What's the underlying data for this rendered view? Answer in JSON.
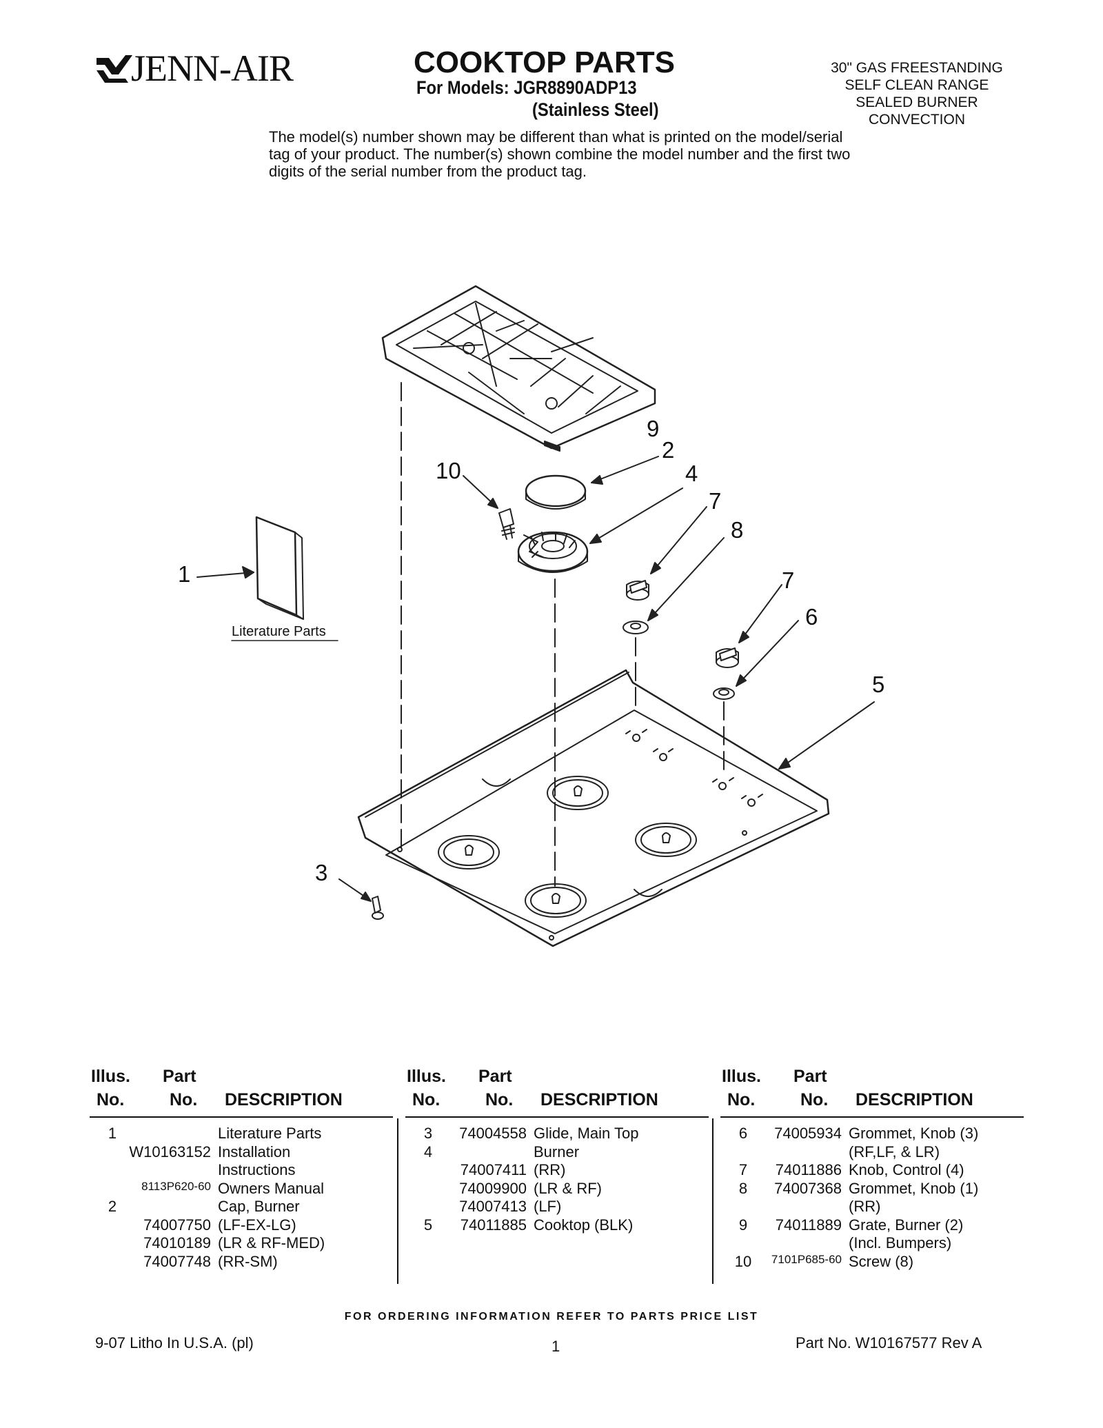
{
  "header": {
    "brand": "JENN-AIR",
    "title": "COOKTOP PARTS",
    "models_line": "For Models: JGR8890ADP13",
    "finish_line": "(Stainless Steel)",
    "product_desc": [
      "30\" GAS FREESTANDING",
      "SELF CLEAN RANGE",
      "SEALED BURNER",
      "CONVECTION"
    ],
    "note": "The model(s) number shown may be different than what is printed on the model/serial tag of your product. The number(s) shown combine the model number and the first two digits of the serial number from the product tag."
  },
  "diagram": {
    "literature_label": "Literature Parts",
    "callouts": {
      "c1": "1",
      "c2": "2",
      "c3": "3",
      "c4": "4",
      "c5": "5",
      "c6": "6",
      "c7a": "7",
      "c7b": "7",
      "c8": "8",
      "c9": "9",
      "c10": "10"
    }
  },
  "table_headers": {
    "illus": "Illus.",
    "no": "No.",
    "part": "Part",
    "part_no": "No.",
    "description": "DESCRIPTION"
  },
  "parts_col1": [
    {
      "illus": "1",
      "part": "",
      "desc": "Literature Parts"
    },
    {
      "illus": "",
      "part": "W10163152",
      "desc": "Installation"
    },
    {
      "illus": "",
      "part": "",
      "desc": "Instructions"
    },
    {
      "illus": "",
      "part": "8113P620-60",
      "desc": "Owners Manual"
    },
    {
      "illus": "2",
      "part": "",
      "desc": "Cap, Burner"
    },
    {
      "illus": "",
      "part": "74007750",
      "desc": "(LF-EX-LG)"
    },
    {
      "illus": "",
      "part": "74010189",
      "desc": "(LR & RF-MED)"
    },
    {
      "illus": "",
      "part": "74007748",
      "desc": "(RR-SM)"
    }
  ],
  "parts_col2": [
    {
      "illus": "3",
      "part": "74004558",
      "desc": "Glide, Main Top"
    },
    {
      "illus": "4",
      "part": "",
      "desc": "Burner"
    },
    {
      "illus": "",
      "part": "74007411",
      "desc": "(RR)"
    },
    {
      "illus": "",
      "part": "74009900",
      "desc": "(LR & RF)"
    },
    {
      "illus": "",
      "part": "74007413",
      "desc": "(LF)"
    },
    {
      "illus": "5",
      "part": "74011885",
      "desc": "Cooktop (BLK)"
    }
  ],
  "parts_col3": [
    {
      "illus": "6",
      "part": "74005934",
      "desc": "Grommet, Knob (3)"
    },
    {
      "illus": "",
      "part": "",
      "desc": "(RF,LF, & LR)"
    },
    {
      "illus": "7",
      "part": "74011886",
      "desc": "Knob, Control (4)"
    },
    {
      "illus": "8",
      "part": "74007368",
      "desc": "Grommet, Knob (1)"
    },
    {
      "illus": "",
      "part": "",
      "desc": "(RR)"
    },
    {
      "illus": "9",
      "part": "74011889",
      "desc": "Grate, Burner (2)"
    },
    {
      "illus": "",
      "part": "",
      "desc": "(Incl. Bumpers)"
    },
    {
      "illus": "10",
      "part": "7101P685-60",
      "desc": "Screw (8)"
    }
  ],
  "footer": {
    "ordering": "FOR ORDERING INFORMATION REFER TO PARTS PRICE LIST",
    "litho": "9-07 Litho In U.S.A. (pl)",
    "page": "1",
    "part_no": "Part No. W10167577 Rev A"
  }
}
